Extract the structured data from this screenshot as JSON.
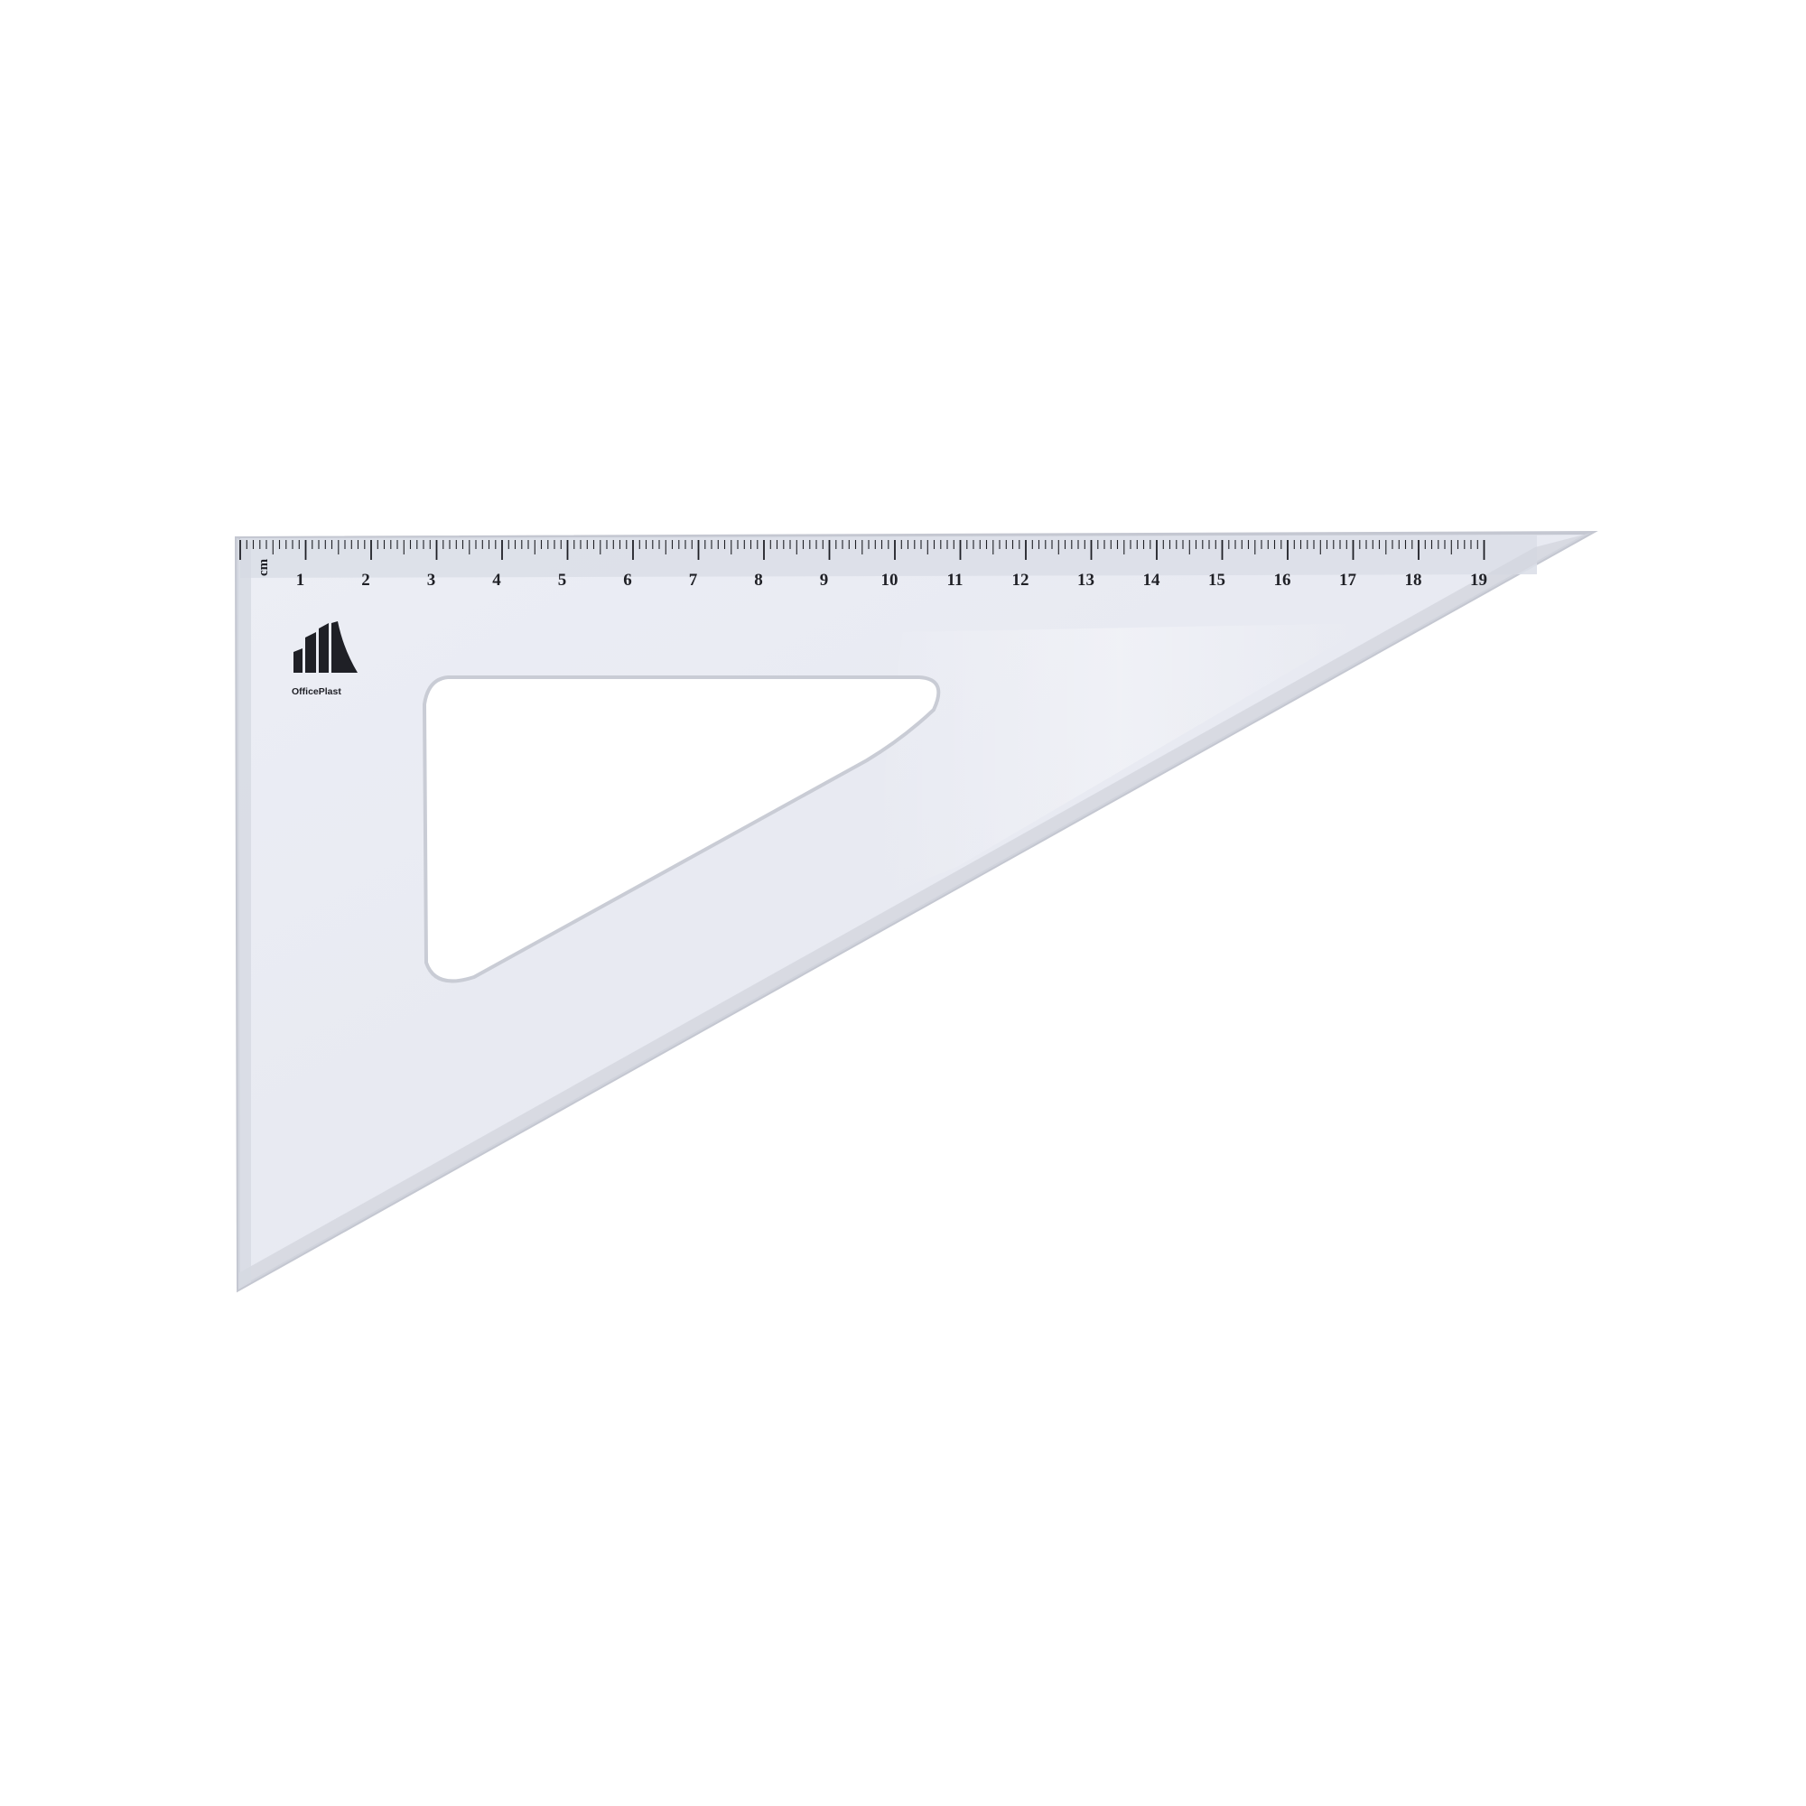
{
  "product": {
    "brand_name": "OfficePlast",
    "scale_unit_mark": "cm",
    "scale_numbers": [
      "1",
      "2",
      "3",
      "4",
      "5",
      "6",
      "7",
      "8",
      "9",
      "10",
      "11",
      "12",
      "13",
      "14",
      "15",
      "16",
      "17",
      "18",
      "19"
    ]
  },
  "colors": {
    "background": "#ffffff",
    "plastic_fill": "#e9ebf3",
    "plastic_edge": "#c4c7d1",
    "ink": "#1f2026"
  },
  "icons": {
    "logo": "stepped-towers-logo-icon"
  }
}
